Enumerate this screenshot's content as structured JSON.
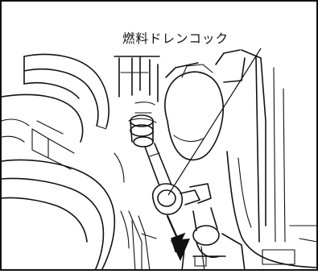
{
  "figure": {
    "callout_label": "燃料ドレンコック",
    "callout_target": "fuel-drain-cock",
    "arrow_direction": "down",
    "line_color": "#111111",
    "background_color": "#ffffff"
  }
}
